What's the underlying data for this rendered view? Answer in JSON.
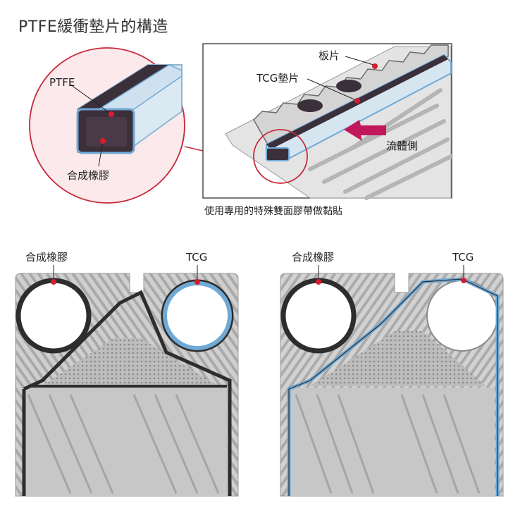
{
  "title": "PTFE緩衝墊片的構造",
  "caption": "使用專用的特殊雙面膠帶做黏貼",
  "detail": {
    "ptfe_label": "PTFE",
    "rubber_label": "合成橡膠"
  },
  "assembly": {
    "plate_label": "板片",
    "tcg_gasket_label": "TCG墊片",
    "flow_side_label": "流體側"
  },
  "left_plate": {
    "rubber_label": "合成橡膠",
    "tcg_label": "TCG"
  },
  "right_plate": {
    "rubber_label": "合成橡膠",
    "tcg_label": "TCG"
  },
  "colors": {
    "marker_red": "#d81c2c",
    "ptfe_blue": "#6fa9d6",
    "rubber_dark": "#3b2f3a",
    "plate_gray": "#c9c9c9",
    "circle_outline": "#c8283a"
  }
}
